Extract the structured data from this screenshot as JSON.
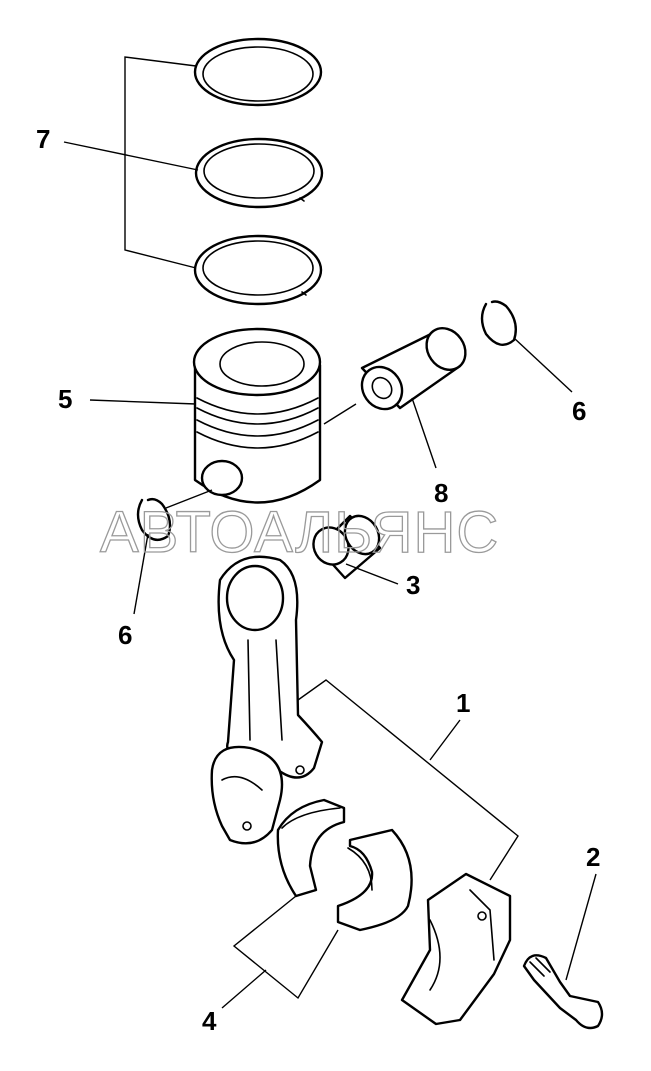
{
  "watermark": "АВТОАЛЬЯНС",
  "callouts": {
    "c1": "1",
    "c2": "2",
    "c3": "3",
    "c4": "4",
    "c5": "5",
    "c6a": "6",
    "c6b": "6",
    "c7": "7",
    "c8": "8"
  }
}
